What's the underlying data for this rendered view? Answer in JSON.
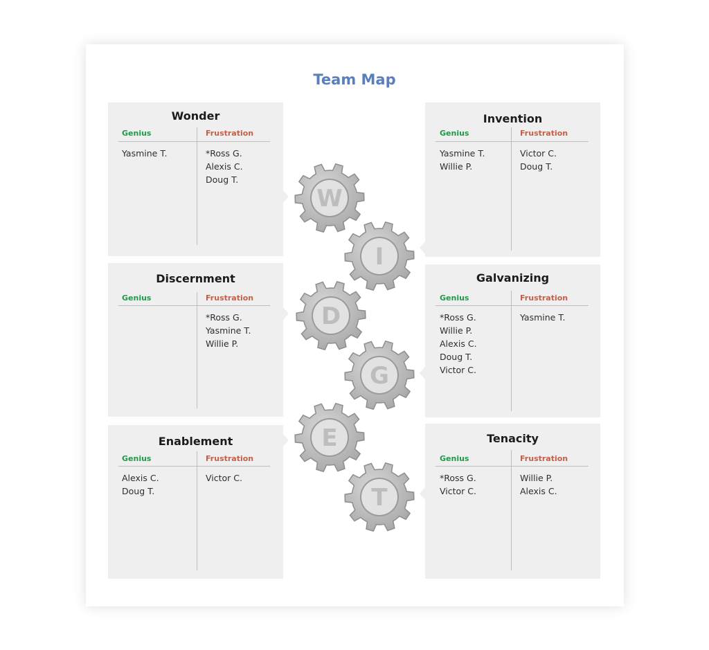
{
  "title": "Team Map",
  "colors": {
    "title": "#5b7fbd",
    "genius": "#1f9a48",
    "frustration": "#c0604a",
    "panel": "#efefef",
    "gear_outer": "#a8a8a8",
    "gear_inner": "#e2e2e2",
    "gear_letter": "#bdbdbd"
  },
  "gears": [
    {
      "letter": "W",
      "icon": "gear-icon"
    },
    {
      "letter": "I",
      "icon": "gear-icon"
    },
    {
      "letter": "D",
      "icon": "gear-icon"
    },
    {
      "letter": "G",
      "icon": "gear-icon"
    },
    {
      "letter": "E",
      "icon": "gear-icon"
    },
    {
      "letter": "T",
      "icon": "gear-icon"
    }
  ],
  "panels": [
    {
      "title": "Wonder",
      "genius_label": "Genius",
      "frustration_label": "Frustration",
      "genius": [
        "Yasmine T."
      ],
      "frustration": [
        "*Ross G.",
        "Alexis C.",
        "Doug T."
      ]
    },
    {
      "title": "Invention",
      "genius_label": "Genius",
      "frustration_label": "Frustration",
      "genius": [
        "Yasmine T.",
        "Willie P."
      ],
      "frustration": [
        "Victor C.",
        "Doug T."
      ]
    },
    {
      "title": "Discernment",
      "genius_label": "Genius",
      "frustration_label": "Frustration",
      "genius": [],
      "frustration": [
        "*Ross G.",
        "Yasmine T.",
        "Willie P."
      ]
    },
    {
      "title": "Galvanizing",
      "genius_label": "Genius",
      "frustration_label": "Frustration",
      "genius": [
        "*Ross G.",
        "Willie P.",
        "Alexis C.",
        "Doug T.",
        "Victor C."
      ],
      "frustration": [
        "Yasmine T."
      ]
    },
    {
      "title": "Enablement",
      "genius_label": "Genius",
      "frustration_label": "Frustration",
      "genius": [
        "Alexis C.",
        "Doug T."
      ],
      "frustration": [
        "Victor C."
      ]
    },
    {
      "title": "Tenacity",
      "genius_label": "Genius",
      "frustration_label": "Frustration",
      "genius": [
        "*Ross G.",
        "Victor C."
      ],
      "frustration": [
        "Willie P.",
        "Alexis C."
      ]
    }
  ]
}
